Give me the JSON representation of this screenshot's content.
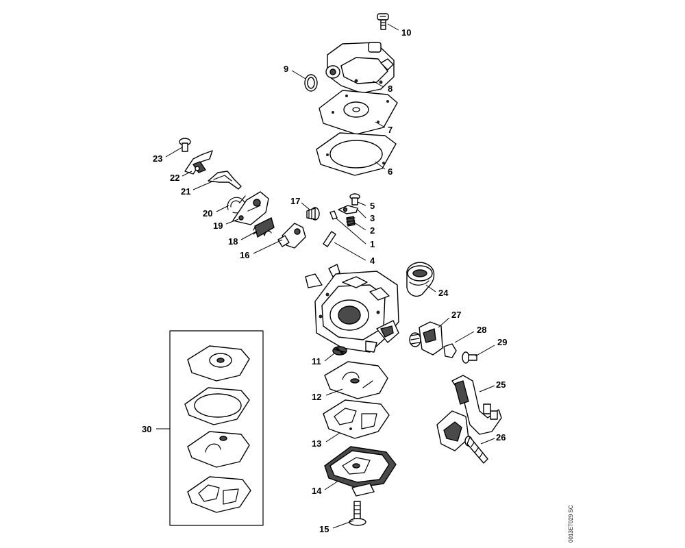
{
  "callouts": {
    "p1": "1",
    "p2": "2",
    "p3": "3",
    "p4": "4",
    "p5": "5",
    "p6": "6",
    "p7": "7",
    "p8": "8",
    "p9": "9",
    "p10": "10",
    "p11": "11",
    "p12": "12",
    "p13": "13",
    "p14": "14",
    "p15": "15",
    "p16": "16",
    "p17": "17",
    "p18": "18",
    "p19": "19",
    "p20": "20",
    "p21": "21",
    "p22": "22",
    "p23": "23",
    "p24": "24",
    "p25": "25",
    "p26": "26",
    "p27": "27",
    "p28": "28",
    "p29": "29",
    "p30": "30"
  },
  "drawing_code": "0013ET029 SC"
}
